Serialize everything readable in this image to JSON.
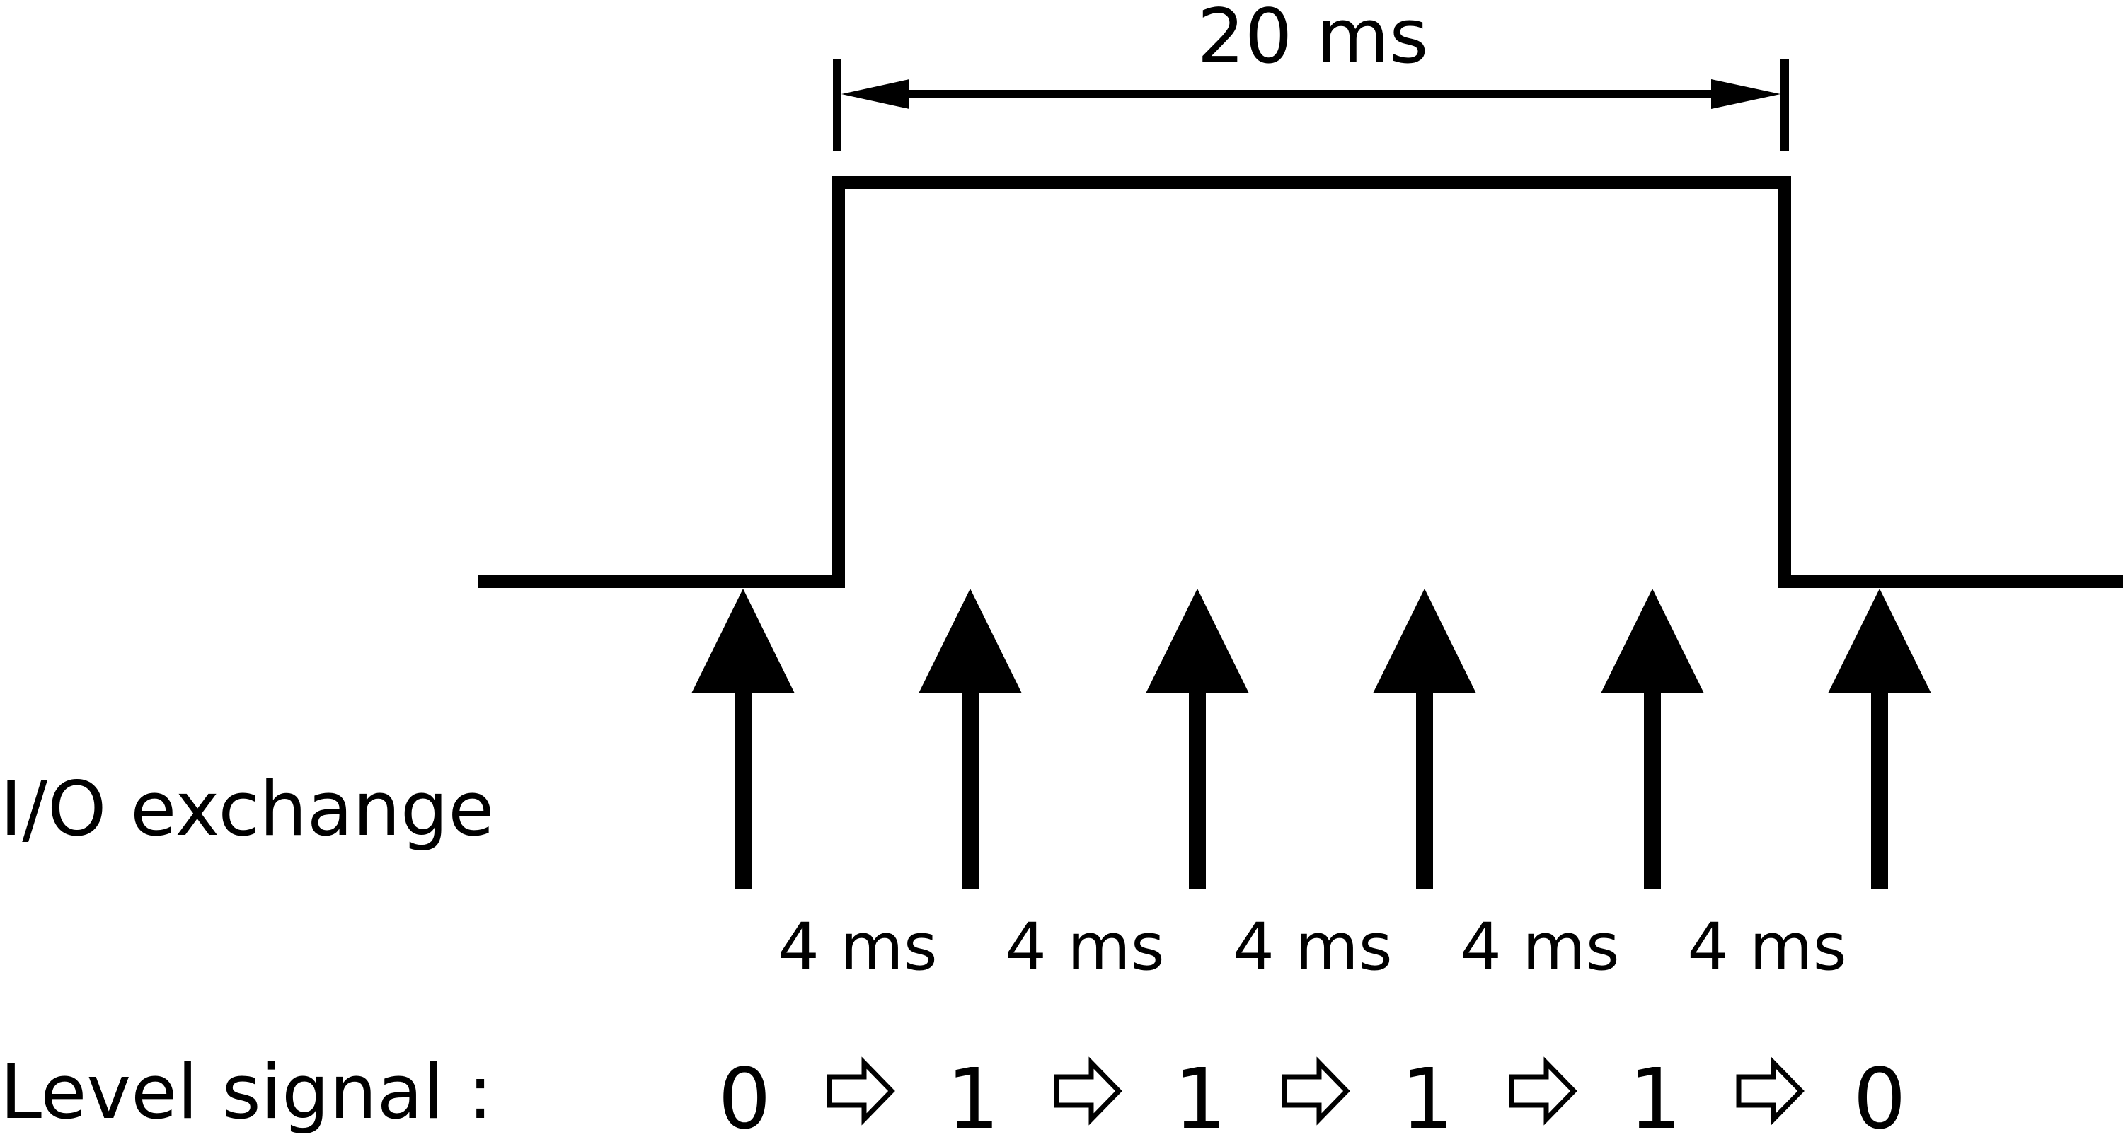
{
  "pulse": {
    "duration_label": "20 ms"
  },
  "io": {
    "label": "I/O exchange",
    "interval_labels": [
      "4 ms",
      "4 ms",
      "4 ms",
      "4 ms",
      "4 ms"
    ]
  },
  "level": {
    "label": "Level signal :",
    "values": [
      "0",
      "1",
      "1",
      "1",
      "1",
      "0"
    ]
  },
  "colors": {
    "ink": "#000000",
    "background": "#ffffff"
  },
  "icons": {
    "transition_arrow": "hollow-right-arrow-icon",
    "sample_arrow": "up-arrow-icon"
  }
}
